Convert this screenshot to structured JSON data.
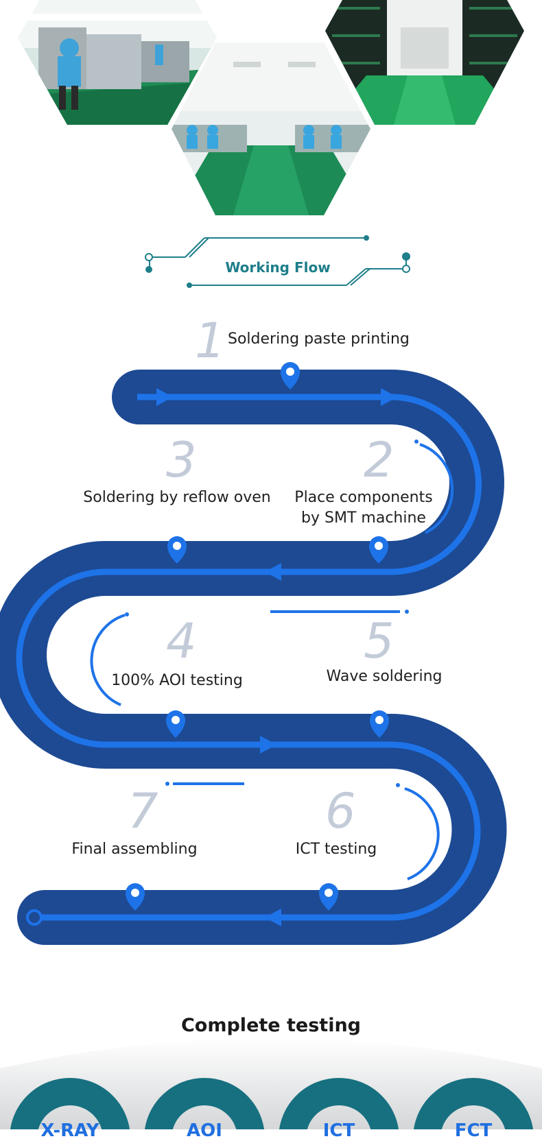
{
  "photos": [
    {
      "name": "factory-photo-smt-line"
    },
    {
      "name": "factory-photo-assembly-hall"
    },
    {
      "name": "factory-photo-storage-room"
    }
  ],
  "working_flow": {
    "title": "Working Flow"
  },
  "steps": [
    {
      "num": "1",
      "label": "Soldering paste printing"
    },
    {
      "num": "2",
      "label": "Place components\nby SMT machine"
    },
    {
      "num": "3",
      "label": "Soldering by reflow oven"
    },
    {
      "num": "4",
      "label": "100% AOI testing"
    },
    {
      "num": "5",
      "label": "Wave soldering"
    },
    {
      "num": "6",
      "label": "ICT testing"
    },
    {
      "num": "7",
      "label": "Final assembling"
    }
  ],
  "complete_testing": {
    "title": "Complete testing",
    "rings": [
      {
        "label": "X-RAY"
      },
      {
        "label": "AOI"
      },
      {
        "label": "ICT"
      },
      {
        "label": "FCT"
      }
    ]
  },
  "colors": {
    "track_dark": "#1d4a93",
    "track_light": "#1e73e8",
    "teal": "#1e7e8a",
    "step_number": "#c3cbd9",
    "ring": "#177080"
  }
}
